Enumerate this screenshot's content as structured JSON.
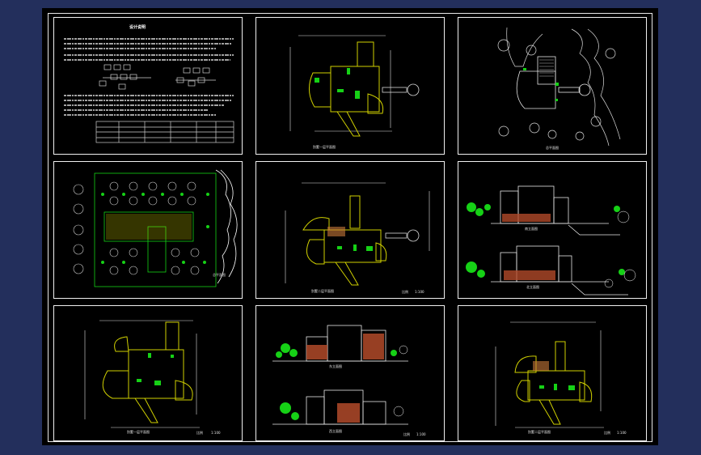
{
  "app": {
    "background": "#232f5c",
    "canvas_color": "#000000",
    "line_color": "#f0f0f0"
  },
  "sheets": [
    {
      "id": "notes",
      "title": "设计说明"
    },
    {
      "id": "plan-1",
      "caption": "别墅一层平面图"
    },
    {
      "id": "site",
      "caption": "总平面图"
    },
    {
      "id": "master-plan",
      "caption": "总平面图"
    },
    {
      "id": "plan-2",
      "caption": "别墅二层平面图",
      "caption2": "比例",
      "caption3": "1:100"
    },
    {
      "id": "elevations-a",
      "captions": [
        "南立面图",
        "北立面图"
      ]
    },
    {
      "id": "plan-3",
      "caption": "别墅一层平面图",
      "caption2": "比例",
      "caption3": "1:100"
    },
    {
      "id": "elevations-b",
      "captions": [
        "东立面图",
        "西立面图"
      ],
      "caption2": "比例",
      "caption3": "1:100"
    },
    {
      "id": "plan-4",
      "caption": "别墅二层平面图",
      "caption2": "比例",
      "caption3": "1:100"
    }
  ]
}
